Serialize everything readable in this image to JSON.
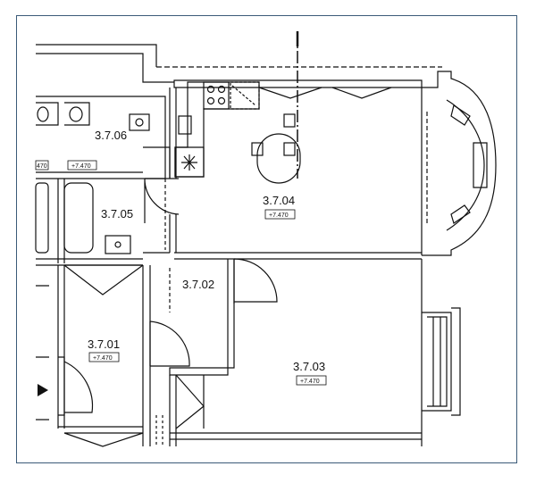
{
  "rooms": [
    {
      "id": "3.7.06",
      "level": "+7.470"
    },
    {
      "id": "3.7.05",
      "level": ""
    },
    {
      "id": "3.7.04",
      "level": "+7.470"
    },
    {
      "id": "3.7.02",
      "level": ""
    },
    {
      "id": "3.7.01",
      "level": "+7.470"
    },
    {
      "id": "3.7.03",
      "level": "+7.470"
    }
  ],
  "left_partial_level": "470",
  "colors": {
    "frame": "#3b5a78",
    "line": "#111111"
  }
}
